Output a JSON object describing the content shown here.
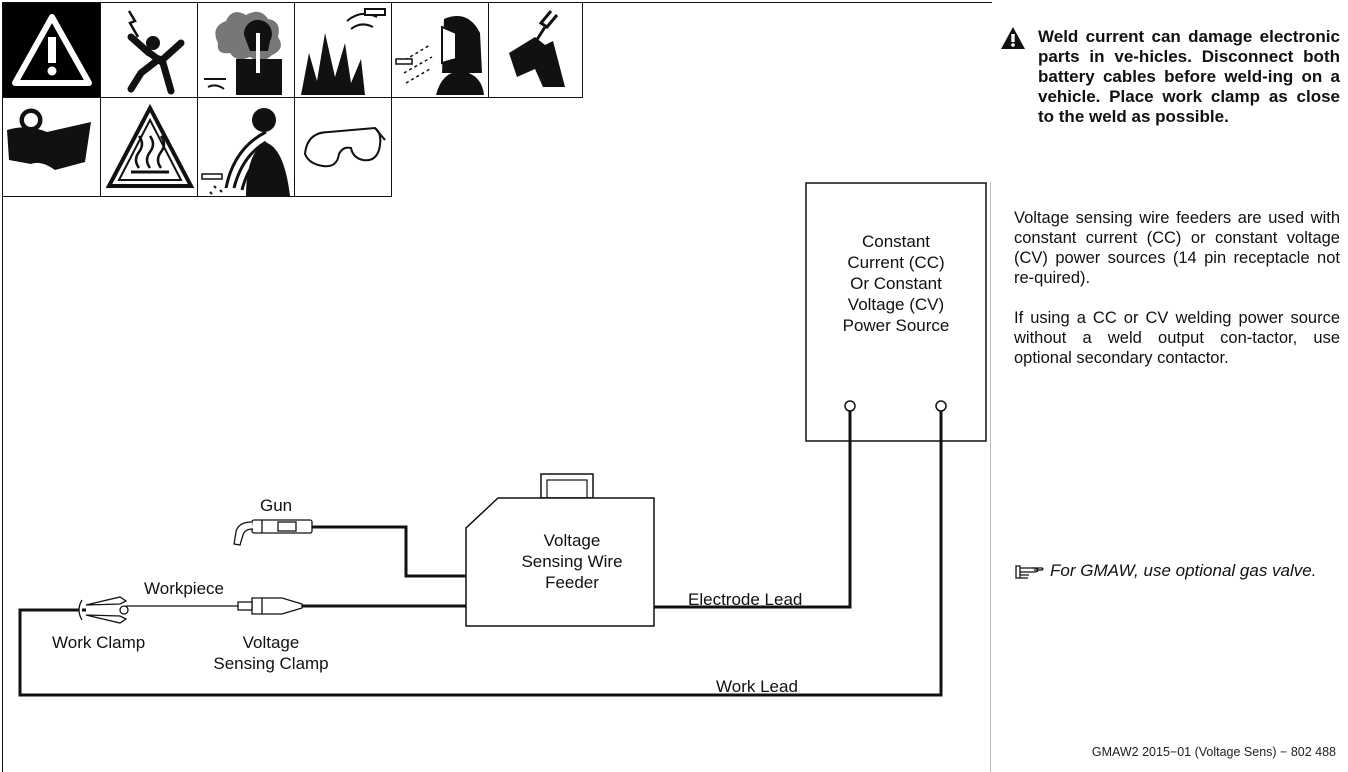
{
  "safety_icons": {
    "row1": [
      "warning-exclamation-icon",
      "electric-shock-icon",
      "fumes-icon",
      "sparks-fire-icon",
      "arc-rays-helmet-icon",
      "hot-parts-hand-icon"
    ],
    "row2": [
      "moving-parts-rollers-icon",
      "hot-surface-sign-icon",
      "noise-flying-metal-icon",
      "safety-glasses-icon"
    ]
  },
  "warning": {
    "icon": "warning-triangle-icon",
    "text": "Weld current can damage electronic parts in ve-hicles. Disconnect both battery cables before weld-ing on a vehicle. Place work clamp as close to the weld as possible."
  },
  "paragraphs": [
    "Voltage sensing wire feeders are used with constant current (CC) or constant voltage (CV) power sources (14 pin receptacle not re-quired).",
    "If using a CC or CV welding power source without a weld output con-tactor, use optional secondary contactor."
  ],
  "note": {
    "icon": "pointing-hand-icon",
    "text": "For GMAW, use optional gas valve."
  },
  "diagram": {
    "power_source": [
      "Constant",
      "Current (CC)",
      "Or Constant",
      "Voltage (CV)",
      "Power Source"
    ],
    "wire_feeder": [
      "Voltage",
      "Sensing Wire",
      "Feeder"
    ],
    "gun": "Gun",
    "workpiece": "Workpiece",
    "work_clamp": "Work Clamp",
    "voltage_sensing_clamp": [
      "Voltage",
      "Sensing Clamp"
    ],
    "electrode_lead": "Electrode Lead",
    "work_lead": "Work Lead"
  },
  "footer": "GMAW2 2015−01 (Voltage Sens) − 802 488"
}
